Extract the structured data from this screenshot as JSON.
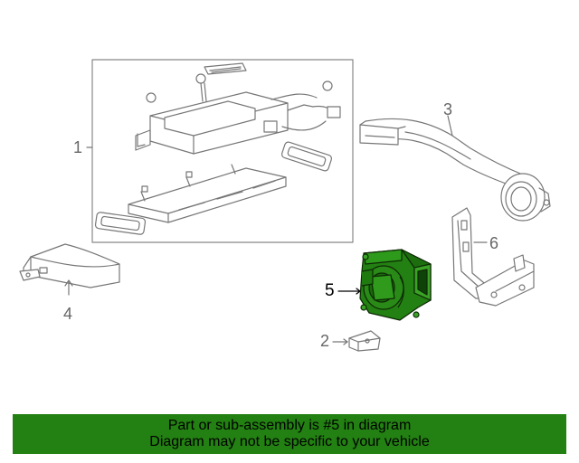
{
  "callouts": {
    "c1": "1",
    "c2": "2",
    "c3": "3",
    "c4": "4",
    "c5": "5",
    "c6": "6"
  },
  "highlighted_part": "5",
  "highlight_color": "#238012",
  "banner": {
    "line1": "Part or sub-assembly is #5 in diagram",
    "line2": "Diagram may not be specific to your vehicle",
    "background": "#238012"
  }
}
